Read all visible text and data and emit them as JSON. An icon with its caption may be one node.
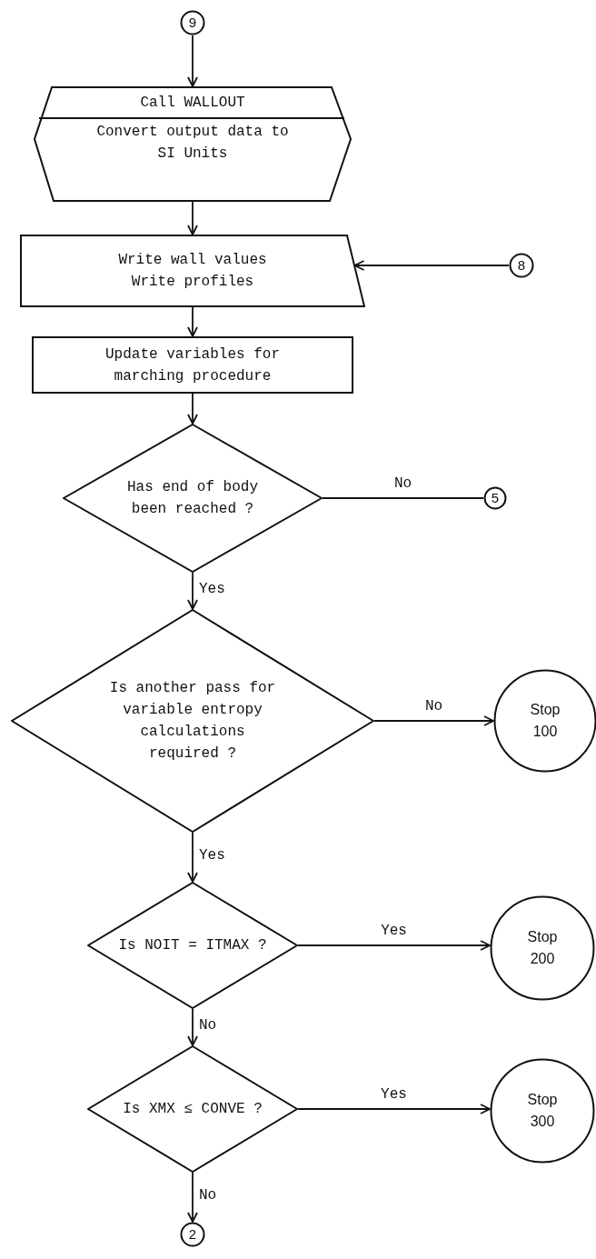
{
  "diagram": {
    "nodes": [
      {
        "text": [
          "9"
        ]
      },
      {
        "text": [
          "Call WALLOUT",
          "Convert output data to SI Units"
        ]
      },
      {
        "text": [
          "Write wall values Write profiles"
        ]
      },
      {
        "text": [
          "8"
        ]
      },
      {
        "text": [
          "Update variables for marching procedure"
        ]
      },
      {
        "text": [
          "Has end of body been reached ?"
        ]
      },
      {
        "text": [
          "5"
        ]
      },
      {
        "text": [
          "Is another pass for variable entropy calculations required ?"
        ]
      },
      {
        "text": [
          "Stop 100"
        ]
      },
      {
        "text": [
          "Is NOIT = ITMAX ?"
        ]
      },
      {
        "text": [
          "Stop 200"
        ]
      },
      {
        "text": [
          "Is XMX ≤ CONVE ?"
        ]
      },
      {
        "text": [
          "Stop 300"
        ]
      },
      {
        "text": [
          "2"
        ]
      }
    ],
    "edges": [
      {
        "from": 0,
        "to": 1,
        "arrow": "to"
      },
      {
        "from": 1,
        "to": 2,
        "arrow": "to"
      },
      {
        "from": 3,
        "to": 2,
        "arrow": "to"
      },
      {
        "from": 2,
        "to": 4,
        "arrow": "to"
      },
      {
        "from": 4,
        "to": 5,
        "arrow": "to"
      },
      {
        "from": 5,
        "to": 6,
        "arrow": "none",
        "label": "No"
      },
      {
        "from": 5,
        "to": 7,
        "arrow": "to",
        "label": "Yes"
      },
      {
        "from": 7,
        "to": 8,
        "arrow": "to",
        "label": "No"
      },
      {
        "from": 7,
        "to": 9,
        "arrow": "to",
        "label": "Yes"
      },
      {
        "from": 9,
        "to": 10,
        "arrow": "to",
        "label": "Yes"
      },
      {
        "from": 9,
        "to": 11,
        "arrow": "to",
        "label": "No"
      },
      {
        "from": 11,
        "to": 12,
        "arrow": "to",
        "label": "Yes"
      },
      {
        "from": 11,
        "to": 13,
        "arrow": "to",
        "label": "No"
      }
    ]
  }
}
